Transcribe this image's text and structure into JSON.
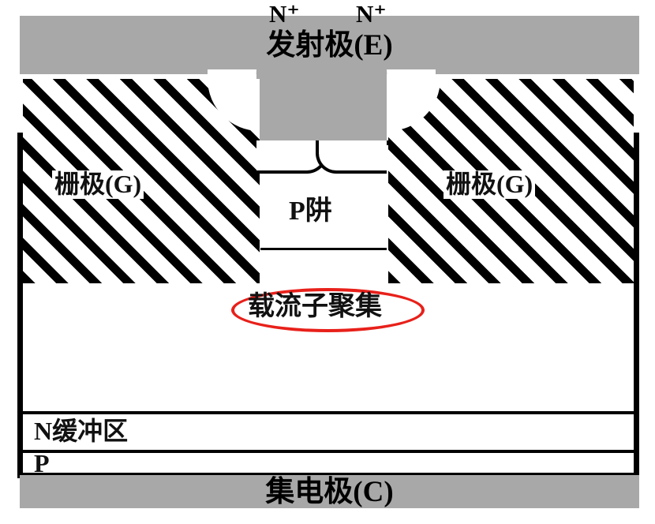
{
  "diagram": {
    "title": "IGBT cross-section with carrier accumulation annotation",
    "colors": {
      "electrode_gray": "#a8a8a8",
      "outline_black": "#000000",
      "annotation_red": "#e8201a",
      "background_white": "#ffffff"
    }
  },
  "electrodes": {
    "emitter": {
      "label": "发射极(E)",
      "symbol": "E"
    },
    "collector": {
      "label": "集电极(C)",
      "symbol": "C"
    }
  },
  "gates": [
    {
      "label": "栅极(G)",
      "symbol": "G",
      "side": "left"
    },
    {
      "label": "栅极(G)",
      "symbol": "G",
      "side": "right"
    }
  ],
  "source_regions": [
    {
      "label": "N",
      "superscript": "+",
      "combined": "N⁺",
      "side": "left"
    },
    {
      "label": "N",
      "superscript": "+",
      "combined": "N⁺",
      "side": "right"
    }
  ],
  "regions": {
    "pwell": {
      "label": "P阱"
    },
    "buffer": {
      "label": "N缓冲区"
    },
    "p_collector": {
      "label": "P"
    }
  },
  "annotation": {
    "label": "载流子聚集",
    "shape": "ellipse",
    "color": "#e8201a"
  }
}
